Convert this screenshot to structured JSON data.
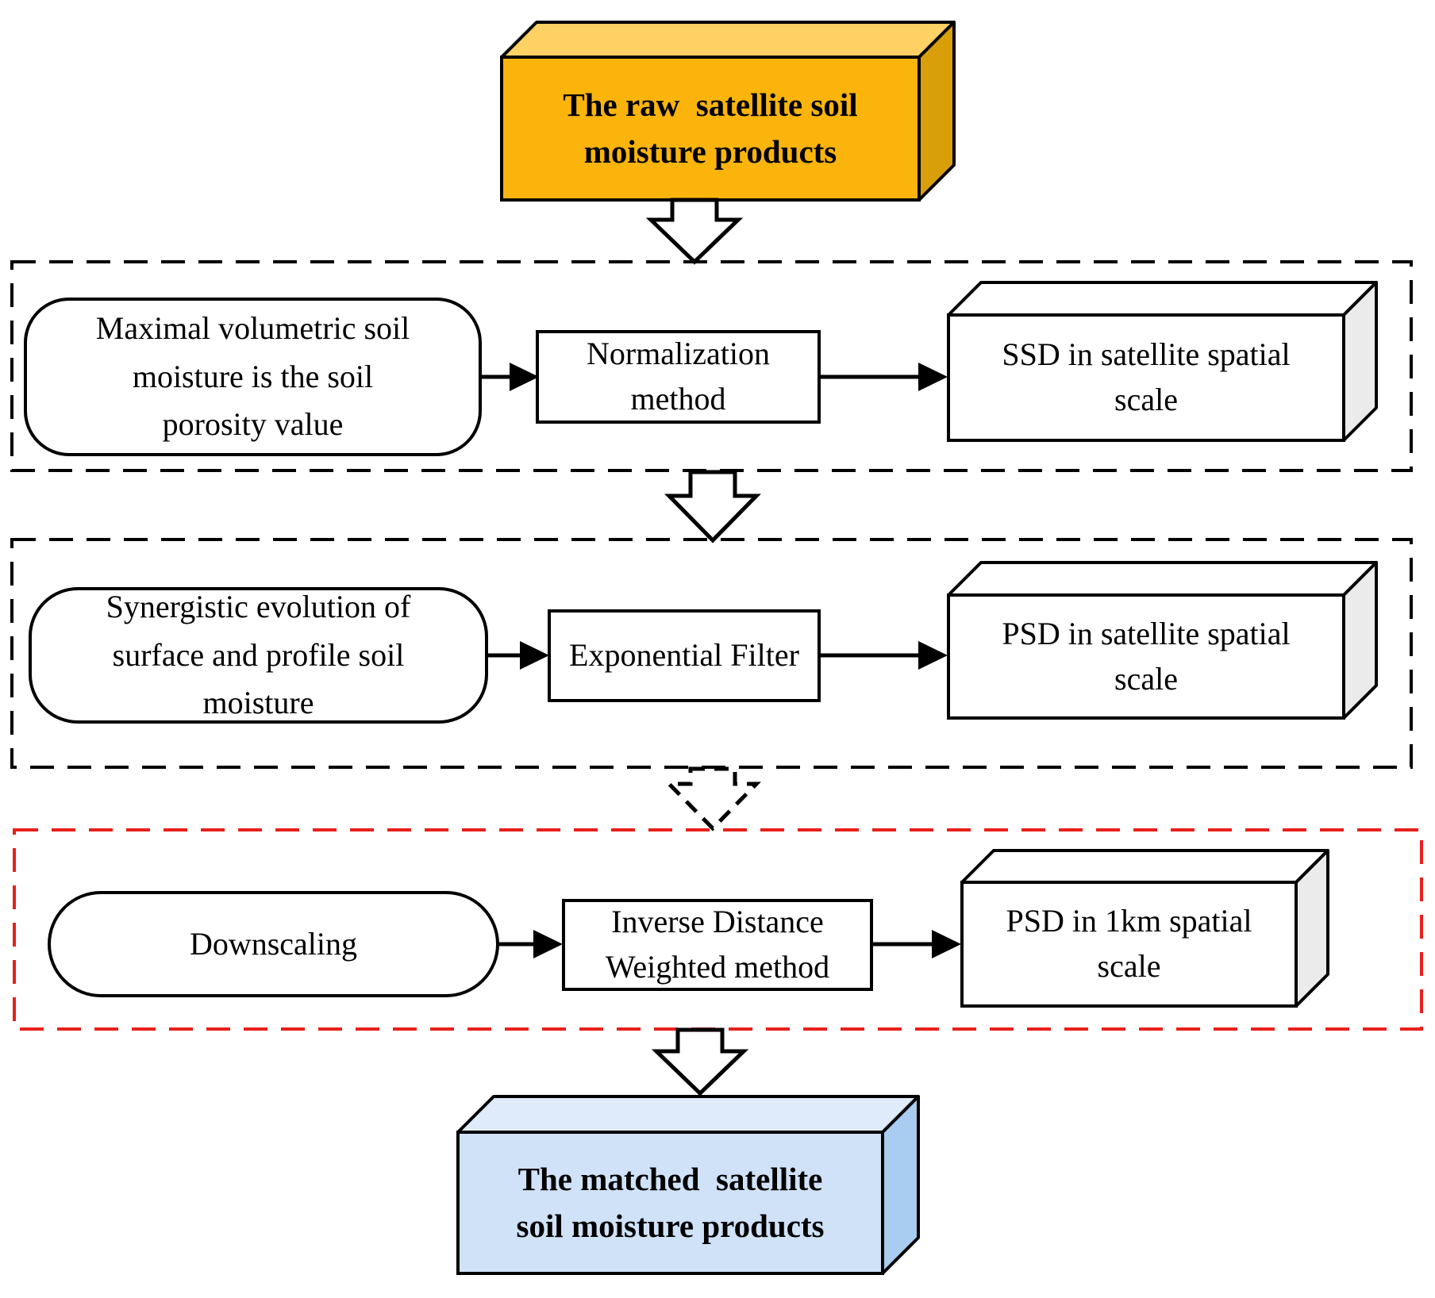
{
  "flowchart": {
    "start": {
      "label": "The raw  satellite soil\nmoisture products"
    },
    "rows": {
      "row1": {
        "input": "Maximal volumetric soil\nmoisture is the soil\nporosity value",
        "method": "Normalization\nmethod",
        "output": "SSD in satellite spatial\nscale"
      },
      "row2": {
        "input": "Synergistic evolution of\nsurface and profile soil\nmoisture",
        "method": "Exponential Filter",
        "output": "PSD in satellite spatial\nscale"
      },
      "row3": {
        "input": "Downscaling",
        "method": "Inverse Distance\nWeighted method",
        "output": "PSD in 1km spatial\nscale"
      }
    },
    "end": {
      "label": "The matched  satellite\nsoil moisture products"
    },
    "colors": {
      "start_front": "#FBB40C",
      "start_top": "#FDD164",
      "start_side": "#D99F0B",
      "end_front": "#CFE2F8",
      "end_top": "#DFEBFB",
      "end_side": "#A9CDF1",
      "box3d_front": "#FFFFFF",
      "box3d_top": "#FFFFFF",
      "box3d_side": "#EBEBEB",
      "stage_border": "#000000",
      "highlight_border": "#E8201B"
    }
  }
}
